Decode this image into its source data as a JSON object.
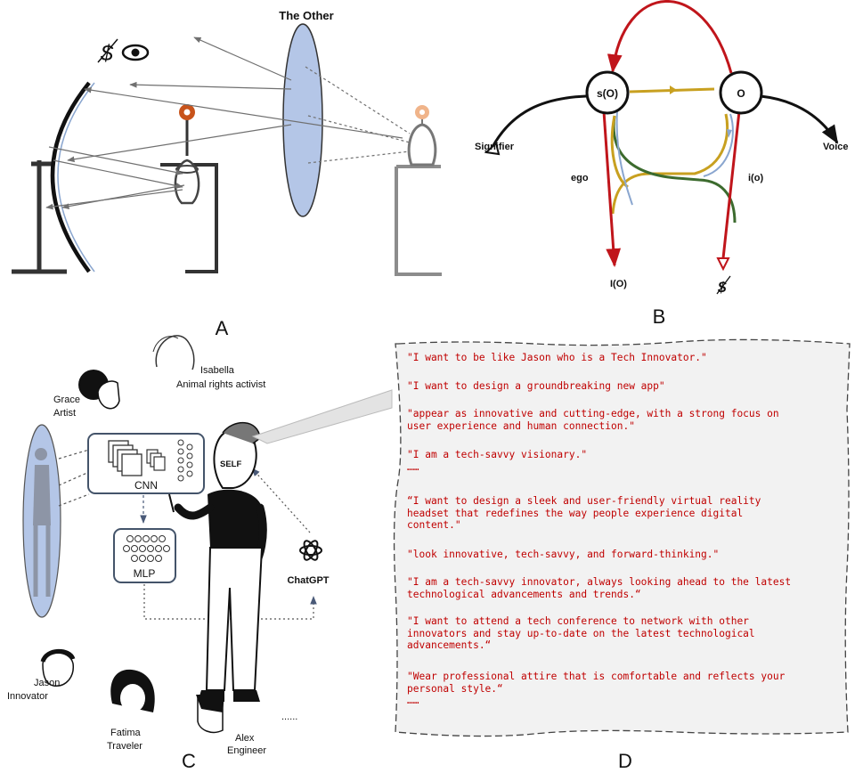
{
  "panels": {
    "a": "A",
    "b": "B",
    "c": "C",
    "d": "D"
  },
  "panel_a": {
    "the_other_label": "The Other",
    "subject_symbol": "$"
  },
  "panel_b": {
    "node_left": "s(O)",
    "node_right": "O",
    "signifier": "Signifier",
    "voice": "Voice",
    "ego": "ego",
    "i_o": "i(o)",
    "big_i": "I(O)",
    "barred_s": "$"
  },
  "panel_c": {
    "personas": [
      {
        "name": "Isabella",
        "role": "Animal rights activist"
      },
      {
        "name": "Grace",
        "role": "Artist"
      },
      {
        "name": "Jason",
        "role": "Innovator"
      },
      {
        "name": "Fatima",
        "role": "Traveler"
      },
      {
        "name": "Alex",
        "role": "Engineer"
      }
    ],
    "ellipsis": "......",
    "cnn_label": "CNN",
    "mlp_label": "MLP",
    "self_label": "SELF",
    "chatgpt_label": "ChatGPT"
  },
  "panel_d": {
    "quotes": [
      "\"I want to be like Jason who is a Tech Innovator.\"",
      "\"I want to design a groundbreaking new app\"",
      "\"appear as innovative and cutting-edge, with a strong focus on\nuser experience and human connection.\"",
      "\"I am a tech-savvy visionary.\"\n……",
      "“I want to design a sleek and user-friendly virtual reality\nheadset that redefines the way people experience digital\ncontent.\"",
      "\"look innovative, tech-savvy, and forward-thinking.\"",
      "\"I am a tech-savvy innovator, always looking ahead to the latest\ntechnological advancements and trends.“",
      "\"I want to attend a tech conference to network with other\ninnovators and stay up-to-date on the latest technological\nadvancements.“",
      "\"Wear professional attire that is comfortable and reflects your\npersonal style.“\n……"
    ]
  }
}
